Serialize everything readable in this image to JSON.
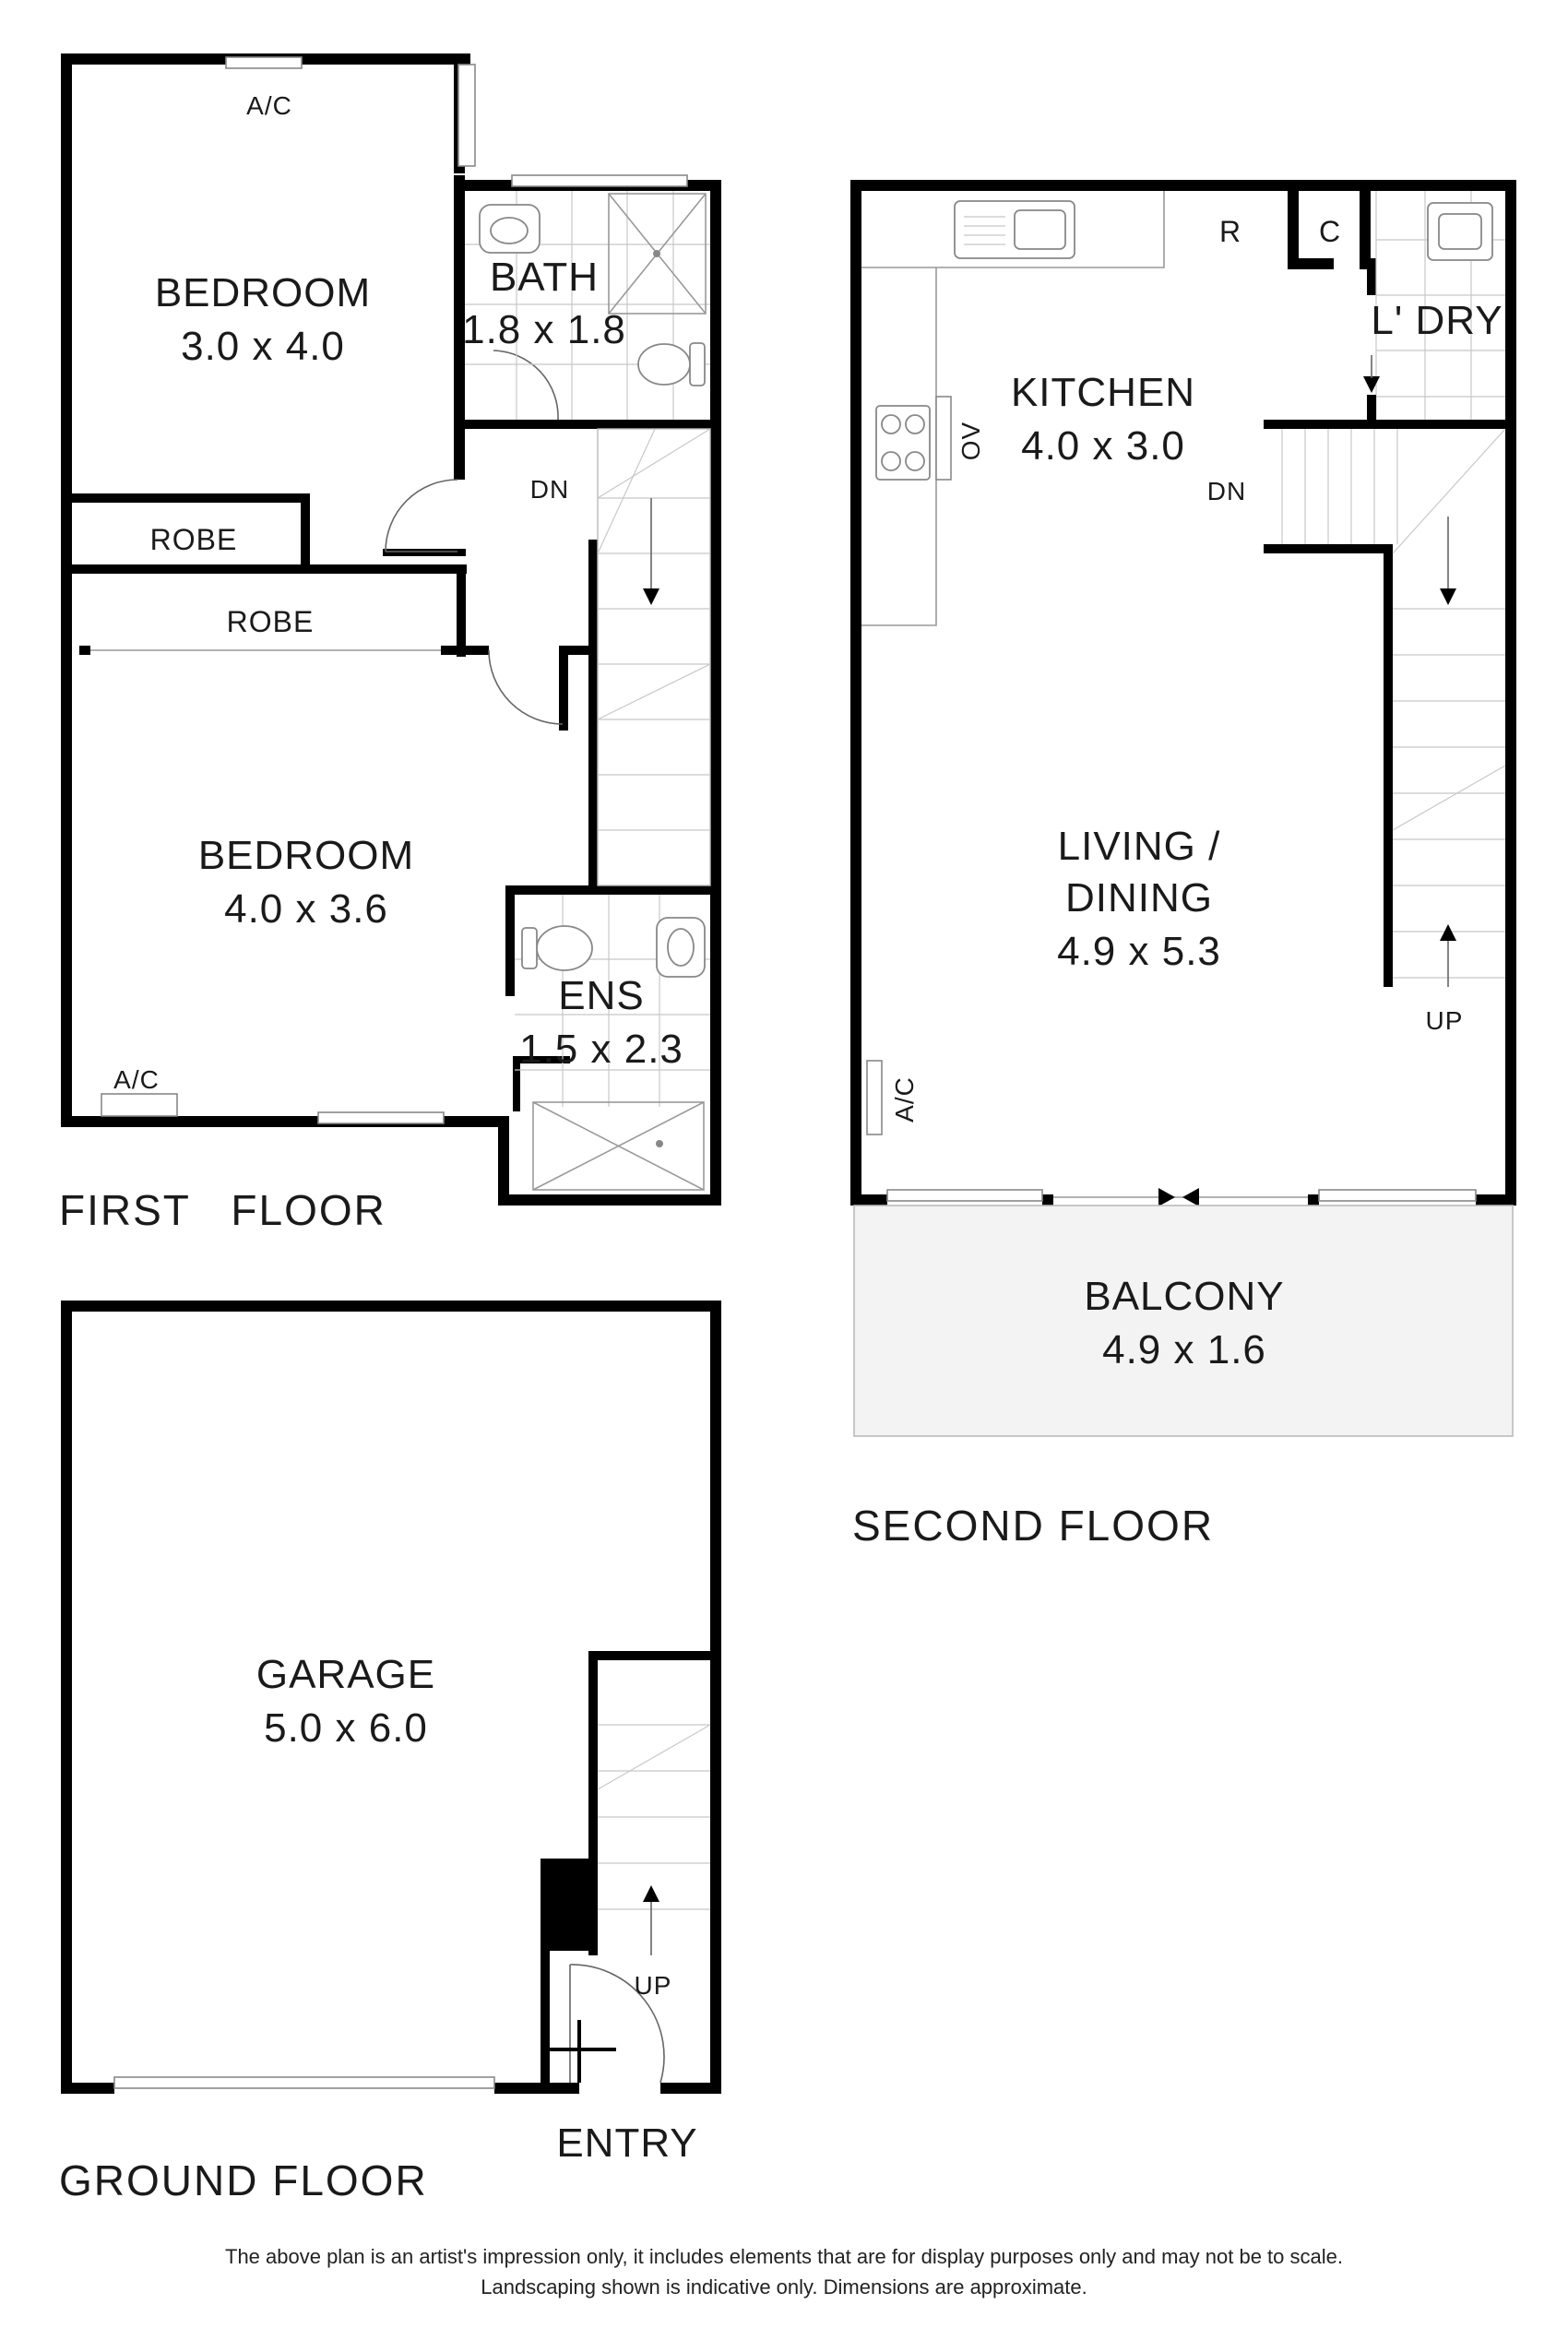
{
  "first_floor": {
    "title": "FIRST   FLOOR",
    "bedroom1": {
      "name": "BEDROOM",
      "size": "3.0 x 4.0"
    },
    "bath": {
      "name": "BATH",
      "size": "1.8 x 1.8"
    },
    "robe1": "ROBE",
    "robe2": "ROBE",
    "bedroom2": {
      "name": "BEDROOM",
      "size": "4.0 x 3.6"
    },
    "ens": {
      "name": "ENS",
      "size": "1.5 x 2.3"
    },
    "ac_top": "A/C",
    "ac_bottom": "A/C",
    "stair_dn": "DN"
  },
  "second_floor": {
    "title": "SECOND FLOOR",
    "kitchen": {
      "name": "KITCHEN",
      "size": "4.0 x 3.0"
    },
    "living": {
      "name1": "LIVING /",
      "name2": "DINING",
      "size": "4.9 x 5.3"
    },
    "balcony": {
      "name": "BALCONY",
      "size": "4.9 x 1.6"
    },
    "laundry": "L' DRY",
    "fridge": "R",
    "cupboard": "C",
    "oven": "OV",
    "ac": "A/C",
    "stair_dn": "DN",
    "stair_up": "UP"
  },
  "ground_floor": {
    "title": "GROUND FLOOR",
    "garage": {
      "name": "GARAGE",
      "size": "5.0 x 6.0"
    },
    "entry": "ENTRY",
    "stair_up": "UP"
  },
  "disclaimer": {
    "line1": "The above plan is an artist's impression only, it includes elements that are for display purposes only and may not be to scale.",
    "line2": "Landscaping shown is indicative only. Dimensions are approximate."
  }
}
